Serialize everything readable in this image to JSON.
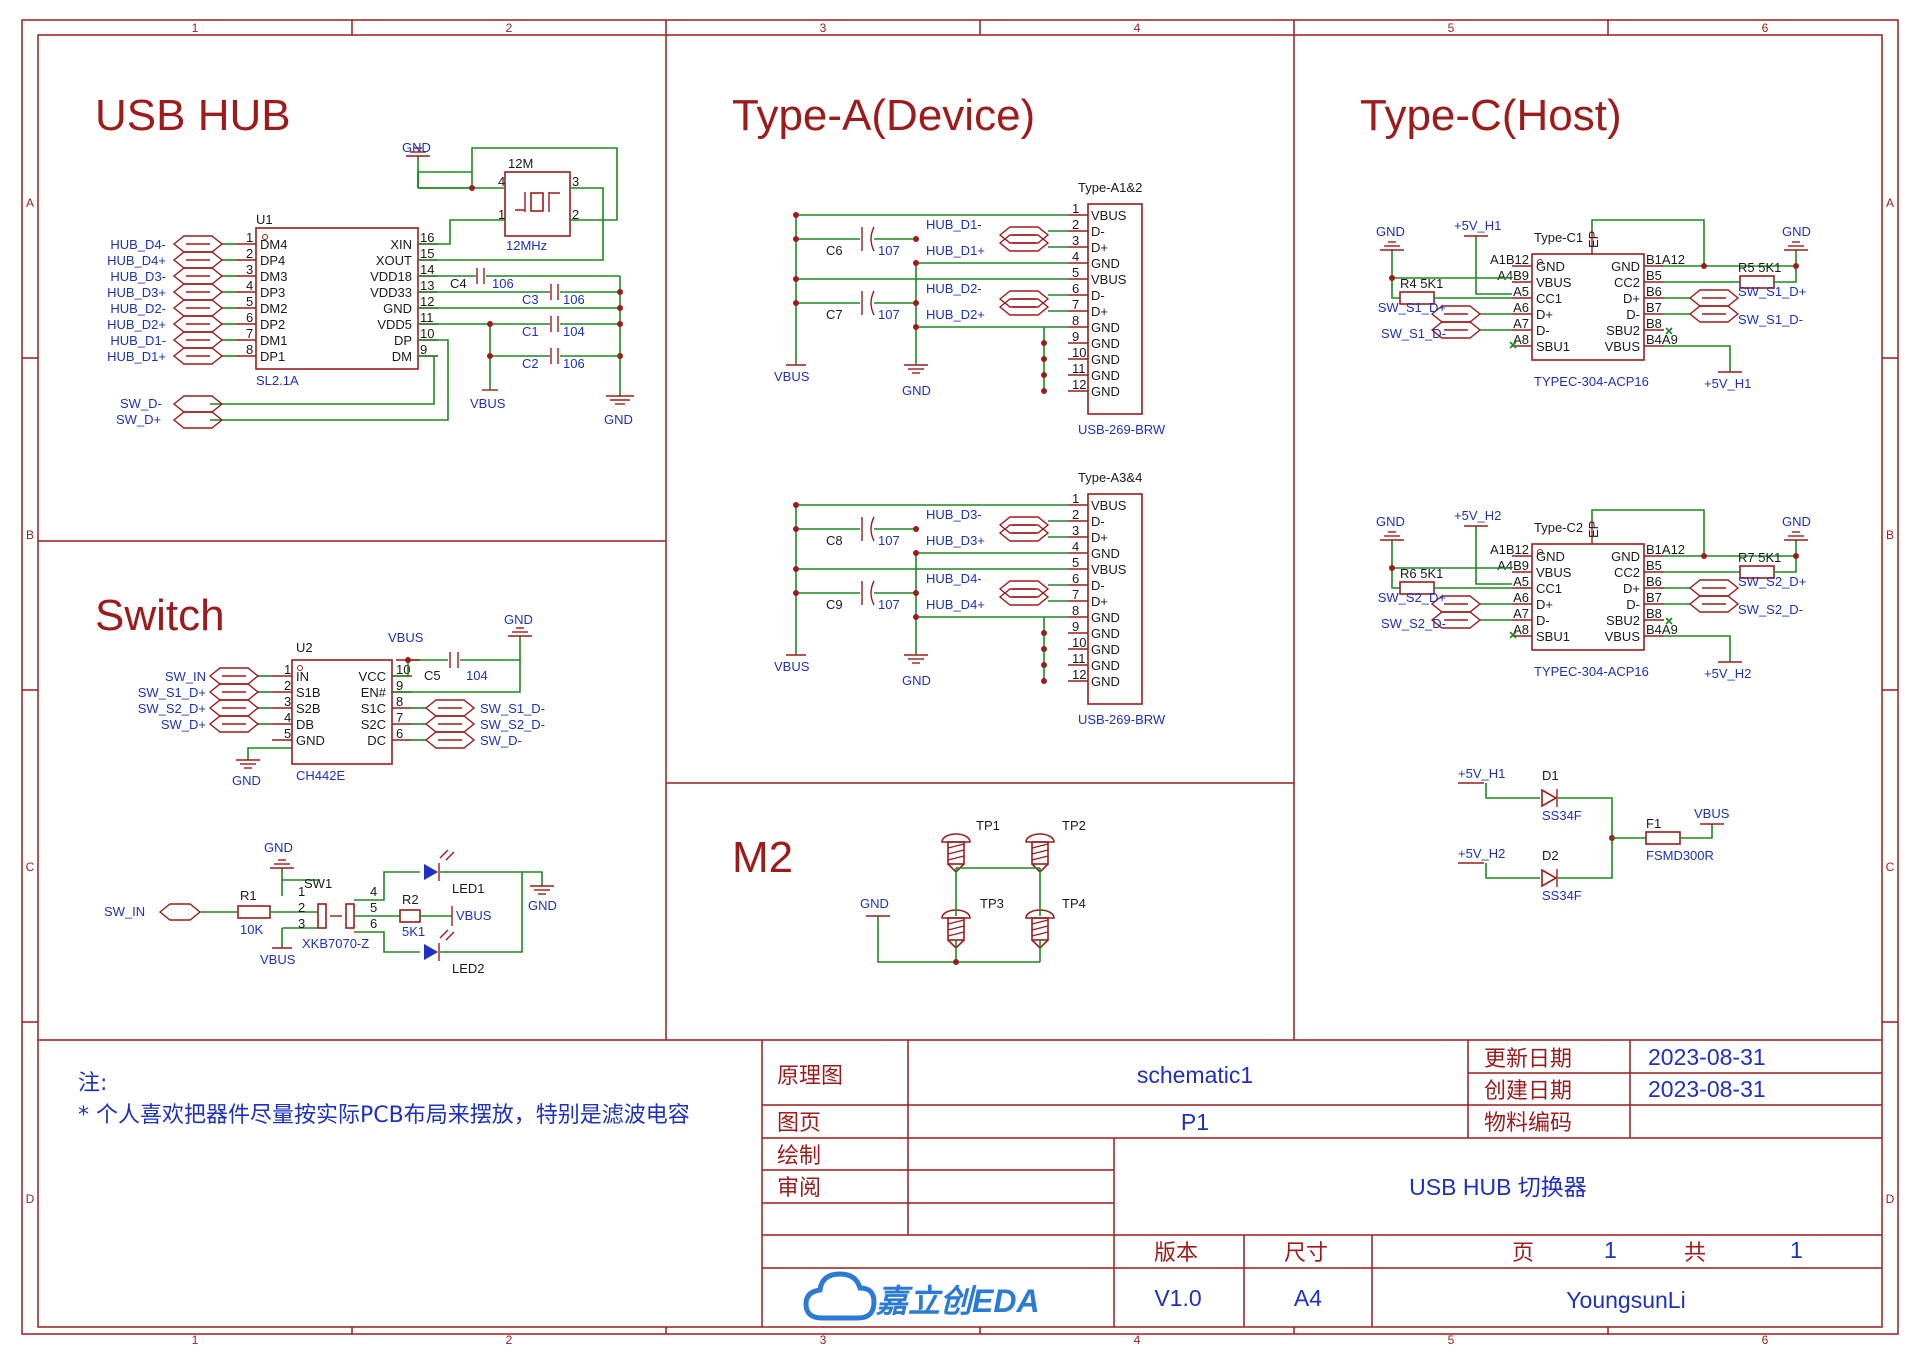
{
  "sections": {
    "usb_hub": "USB HUB",
    "type_a": "Type-A(Device)",
    "type_c": "Type-C(Host)",
    "switch": "Switch",
    "m2": "M2"
  },
  "ruler": {
    "columns": [
      "1",
      "2",
      "3",
      "4",
      "5",
      "6"
    ],
    "rows": [
      "A",
      "B",
      "C",
      "D"
    ]
  },
  "hub": {
    "ref": "U1",
    "part": "SL2.1A",
    "left_pins": [
      {
        "num": "1",
        "name": "DM4",
        "net": "HUB_D4-"
      },
      {
        "num": "2",
        "name": "DP4",
        "net": "HUB_D4+"
      },
      {
        "num": "3",
        "name": "DM3",
        "net": "HUB_D3-"
      },
      {
        "num": "4",
        "name": "DP3",
        "net": "HUB_D3+"
      },
      {
        "num": "5",
        "name": "DM2",
        "net": "HUB_D2-"
      },
      {
        "num": "6",
        "name": "DP2",
        "net": "HUB_D2+"
      },
      {
        "num": "7",
        "name": "DM1",
        "net": "HUB_D1-"
      },
      {
        "num": "8",
        "name": "DP1",
        "net": "HUB_D1+"
      }
    ],
    "right_pins": [
      {
        "num": "16",
        "name": "XIN"
      },
      {
        "num": "15",
        "name": "XOUT"
      },
      {
        "num": "14",
        "name": "VDD18"
      },
      {
        "num": "13",
        "name": "VDD33"
      },
      {
        "num": "12",
        "name": "GND"
      },
      {
        "num": "11",
        "name": "VDD5"
      },
      {
        "num": "10",
        "name": "DP"
      },
      {
        "num": "9",
        "name": "DM"
      }
    ],
    "crystal_ref": "12M",
    "crystal_val": "12MHz",
    "crystal_pins": [
      "4",
      "3",
      "1",
      "2"
    ],
    "caps": [
      {
        "ref": "C4",
        "val": "106"
      },
      {
        "ref": "C3",
        "val": "106"
      },
      {
        "ref": "C1",
        "val": "104"
      },
      {
        "ref": "C2",
        "val": "106"
      }
    ],
    "gnd_top": "GND",
    "vbus": "VBUS",
    "gnd_right": "GND",
    "sw_dm": "SW_D-",
    "sw_dp": "SW_D+"
  },
  "type_a_blocks": [
    {
      "tag": "Type-A1&2",
      "part": "USB-269-BRW",
      "caps": [
        {
          "ref": "C6",
          "val": "107"
        },
        {
          "ref": "C7",
          "val": "107"
        }
      ],
      "nets": [
        "HUB_D1-",
        "HUB_D1+",
        "HUB_D2-",
        "HUB_D2+"
      ],
      "vbus": "VBUS",
      "gnd": "GND"
    },
    {
      "tag": "Type-A3&4",
      "part": "USB-269-BRW",
      "caps": [
        {
          "ref": "C8",
          "val": "107"
        },
        {
          "ref": "C9",
          "val": "107"
        }
      ],
      "nets": [
        "HUB_D3-",
        "HUB_D3+",
        "HUB_D4-",
        "HUB_D4+"
      ],
      "vbus": "VBUS",
      "gnd": "GND"
    }
  ],
  "usb_a_pins": [
    {
      "num": "1",
      "name": "VBUS"
    },
    {
      "num": "2",
      "name": "D-"
    },
    {
      "num": "3",
      "name": "D+"
    },
    {
      "num": "4",
      "name": "GND"
    },
    {
      "num": "5",
      "name": "VBUS"
    },
    {
      "num": "6",
      "name": "D-"
    },
    {
      "num": "7",
      "name": "D+"
    },
    {
      "num": "8",
      "name": "GND"
    },
    {
      "num": "9",
      "name": "GND"
    },
    {
      "num": "10",
      "name": "GND"
    },
    {
      "num": "11",
      "name": "GND"
    },
    {
      "num": "12",
      "name": "GND"
    }
  ],
  "type_c_blocks": [
    {
      "tag": "Type-C1",
      "part": "TYPEC-304-ACP16",
      "res_left": {
        "ref": "R4",
        "val": "5K1"
      },
      "res_right": {
        "ref": "R5",
        "val": "5K1"
      },
      "pwr": "+5V_H1",
      "nets_left": [
        "SW_S1_D+",
        "SW_S1_D-"
      ],
      "nets_right": [
        "SW_S1_D+",
        "SW_S1_D-"
      ]
    },
    {
      "tag": "Type-C2",
      "part": "TYPEC-304-ACP16",
      "res_left": {
        "ref": "R6",
        "val": "5K1"
      },
      "res_right": {
        "ref": "R7",
        "val": "5K1"
      },
      "pwr": "+5V_H2",
      "nets_left": [
        "SW_S2_D+",
        "SW_S2_D-"
      ],
      "nets_right": [
        "SW_S2_D+",
        "SW_S2_D-"
      ]
    }
  ],
  "typec_pins": {
    "outer_left": [
      "A1B12",
      "A4B9",
      "A5",
      "A6",
      "A7",
      "A8"
    ],
    "inner_left": [
      "GND",
      "VBUS",
      "CC1",
      "D+",
      "D-",
      "SBU1"
    ],
    "inner_right": [
      "GND",
      "CC2",
      "D+",
      "D-",
      "SBU2",
      "VBUS"
    ],
    "outer_right": [
      "B1A12",
      "B5",
      "B6",
      "B7",
      "B8",
      "B4A9"
    ],
    "ep": "EP",
    "gnd": "GND"
  },
  "power": {
    "d1": "D1",
    "d2": "D2",
    "diode_val": "SS34F",
    "fuse_ref": "F1",
    "fuse_val": "FSMD300R",
    "h1": "+5V_H1",
    "h2": "+5V_H2",
    "vbus": "VBUS"
  },
  "switch": {
    "ref": "U2",
    "part": "CH442E",
    "left_pins": [
      {
        "num": "1",
        "name": "IN",
        "net": "SW_IN"
      },
      {
        "num": "2",
        "name": "S1B",
        "net": "SW_S1_D+"
      },
      {
        "num": "3",
        "name": "S2B",
        "net": "SW_S2_D+"
      },
      {
        "num": "4",
        "name": "DB",
        "net": "SW_D+"
      },
      {
        "num": "5",
        "name": "GND",
        "net": ""
      }
    ],
    "right_pins": [
      {
        "num": "10",
        "name": "VCC",
        "net": ""
      },
      {
        "num": "9",
        "name": "EN#",
        "net": ""
      },
      {
        "num": "8",
        "name": "S1C",
        "net": "SW_S1_D-"
      },
      {
        "num": "7",
        "name": "S2C",
        "net": "SW_S2_D-"
      },
      {
        "num": "6",
        "name": "DC",
        "net": "SW_D-"
      }
    ],
    "cap": {
      "ref": "C5",
      "val": "104"
    },
    "vbus": "VBUS",
    "gnd_right": "GND",
    "gnd_left": "GND",
    "sw_in": "SW_IN",
    "r1": {
      "ref": "R1",
      "val": "10K"
    },
    "r2": {
      "ref": "R2",
      "val": "5K1"
    },
    "sw1": {
      "ref": "SW1",
      "part": "XKB7070-Z",
      "pins": [
        "1",
        "2",
        "3",
        "4",
        "5",
        "6"
      ]
    },
    "led1": "LED1",
    "led2": "LED2",
    "gnd_top": "GND",
    "vbus_b": "VBUS",
    "vbus_r": "VBUS",
    "gnd_led": "GND"
  },
  "m2": {
    "tp": [
      "TP1",
      "TP2",
      "TP3",
      "TP4"
    ],
    "gnd": "GND"
  },
  "notes": {
    "title": "注:",
    "line": "* 个人喜欢把器件尽量按实际PCB布局来摆放，特别是滤波电容"
  },
  "title_block": {
    "schematic_label": "原理图",
    "schematic_value": "schematic1",
    "page_label": "图页",
    "page_value": "P1",
    "drawn_label": "绘制",
    "review_label": "审阅",
    "updated_label": "更新日期",
    "updated_value": "2023-08-31",
    "created_label": "创建日期",
    "created_value": "2023-08-31",
    "material_label": "物料编码",
    "project_title": "USB HUB 切换器",
    "version_label": "版本",
    "version_value": "V1.0",
    "size_label": "尺寸",
    "size_value": "A4",
    "page_word": "页",
    "page_num": "1",
    "total_word": "共",
    "total_num": "1",
    "author": "YoungsunLi",
    "logo_text": "嘉立创EDA"
  },
  "colors": {
    "frame": "#9e1b1b",
    "wire": "#1b8a1b",
    "net_label": "#1d2fc4",
    "logo": "#2a7ad6"
  }
}
